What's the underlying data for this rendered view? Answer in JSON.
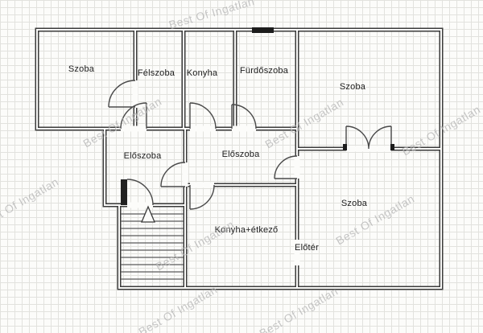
{
  "watermark": {
    "text": "Best Of Ingatlan"
  },
  "rooms": {
    "szoba_top_left": "Szoba",
    "felszoba": "Félszoba",
    "konyha": "Konyha",
    "furdoszoba": "Fürdőszoba",
    "szoba_top_right": "Szoba",
    "eloszoba_left": "Előszoba",
    "eloszoba_center": "Előszoba",
    "szoba_bottom_right": "Szoba",
    "konyha_etkezo": "Konyha+étkező",
    "eloter": "Előtér"
  },
  "colors": {
    "paper": "#fcfcfa",
    "grid": "#e2e2de",
    "wall": "#3b3b3b",
    "door_line": "#4a4a4a",
    "watermark": "#7a7a7a"
  }
}
